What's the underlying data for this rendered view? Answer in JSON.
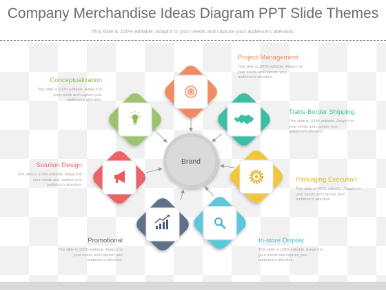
{
  "title": "Company Merchandise Ideas Diagram PPT Slide Themes",
  "subtitle": "This slide is 100% editable. Adapt it to your needs and capture your audience's attention.",
  "center_label": "Brand",
  "colors": {
    "project_management": "#ef8c63",
    "trans_border_shipping": "#3dbda6",
    "packaging_execution": "#f0c63d",
    "in_store_display": "#5ec8d8",
    "promotional": "#5f6f88",
    "solution_design": "#ec6466",
    "conceptualization": "#9cc46e"
  },
  "items": {
    "project_management": {
      "label": "Project Management",
      "desc": "This slide is 100% editable. Adapt it to your needs and capture your audience's attention.",
      "icon": "target-icon"
    },
    "trans_border_shipping": {
      "label": "Trans-Border Shipping",
      "desc": "This slide is 100% editable. Adapt it to your needs and capture your audience's attention.",
      "icon": "handshake-icon"
    },
    "packaging_execution": {
      "label": "Packaging Execution",
      "desc": "This slide is 100% editable. Adapt it to your needs and capture your audience's attention.",
      "icon": "gear-icon"
    },
    "in_store_display": {
      "label": "In-store Display",
      "desc": "This slide is 100% editable. Adapt it to your needs and capture your audience's attention.",
      "icon": "magnifier-icon"
    },
    "promotional": {
      "label": "Promotional",
      "desc": "This slide is 100% editable. Adapt it to your needs and capture your audience's attention.",
      "icon": "growth-chart-icon"
    },
    "solution_design": {
      "label": "Solution Design",
      "desc": "This slide is 100% editable. Adapt it to your needs and capture your audience's attention.",
      "icon": "megaphone-icon"
    },
    "conceptualization": {
      "label": "Conceptualization",
      "desc": "This slide is 100% editable. Adapt it to your needs and capture your audience's attention.",
      "icon": "lightbulb-icon"
    }
  }
}
